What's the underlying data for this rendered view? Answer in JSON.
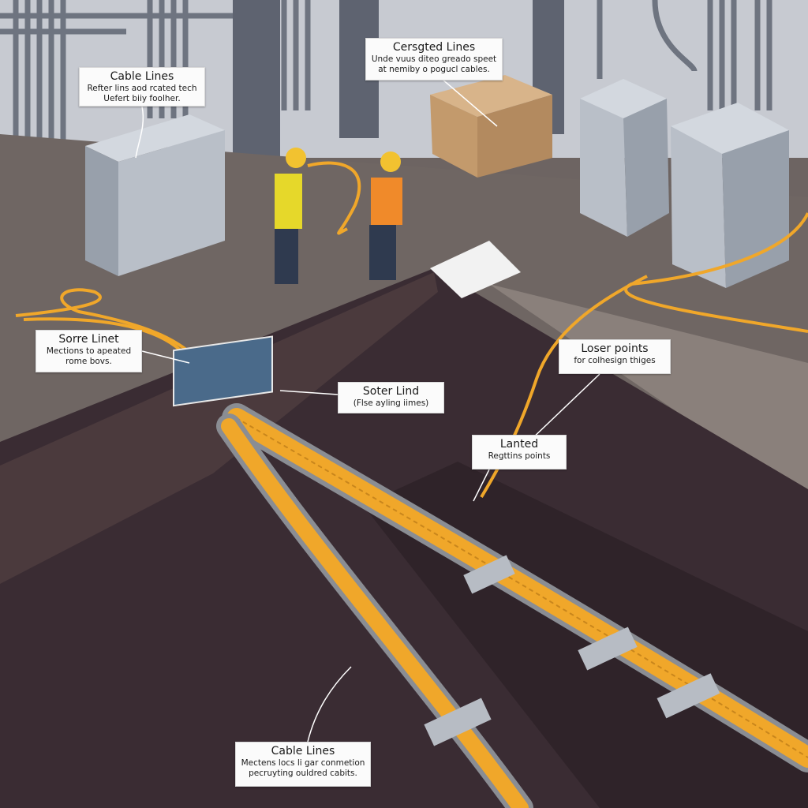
{
  "labels": [
    {
      "title": "Cable Lines",
      "desc": "Refter lins aod rcated tech Uefert biiy foolher."
    },
    {
      "title": "Cersgted Lines",
      "desc": "Unde vuus diteo greado speet at nemiby o pogucl cables."
    },
    {
      "title": "Sorre Linet",
      "desc": "Mections to apeated rome bovs."
    },
    {
      "title": "Soter Lind",
      "desc": "(Flse ayling iimes)"
    },
    {
      "title": "Loser points",
      "desc": "for colhesign thiges"
    },
    {
      "title": "Lanted",
      "desc": "Regttins points"
    },
    {
      "title": "Cable Lines",
      "desc": "Mectens locs li gar conmetion pecruyting ouldred cabits."
    }
  ],
  "colors": {
    "cable": "#f0a72a",
    "trench": "#3a2c33",
    "floor": "#6d6462",
    "wall": "#c7cad1",
    "cabinet": "#b9bfc8"
  }
}
